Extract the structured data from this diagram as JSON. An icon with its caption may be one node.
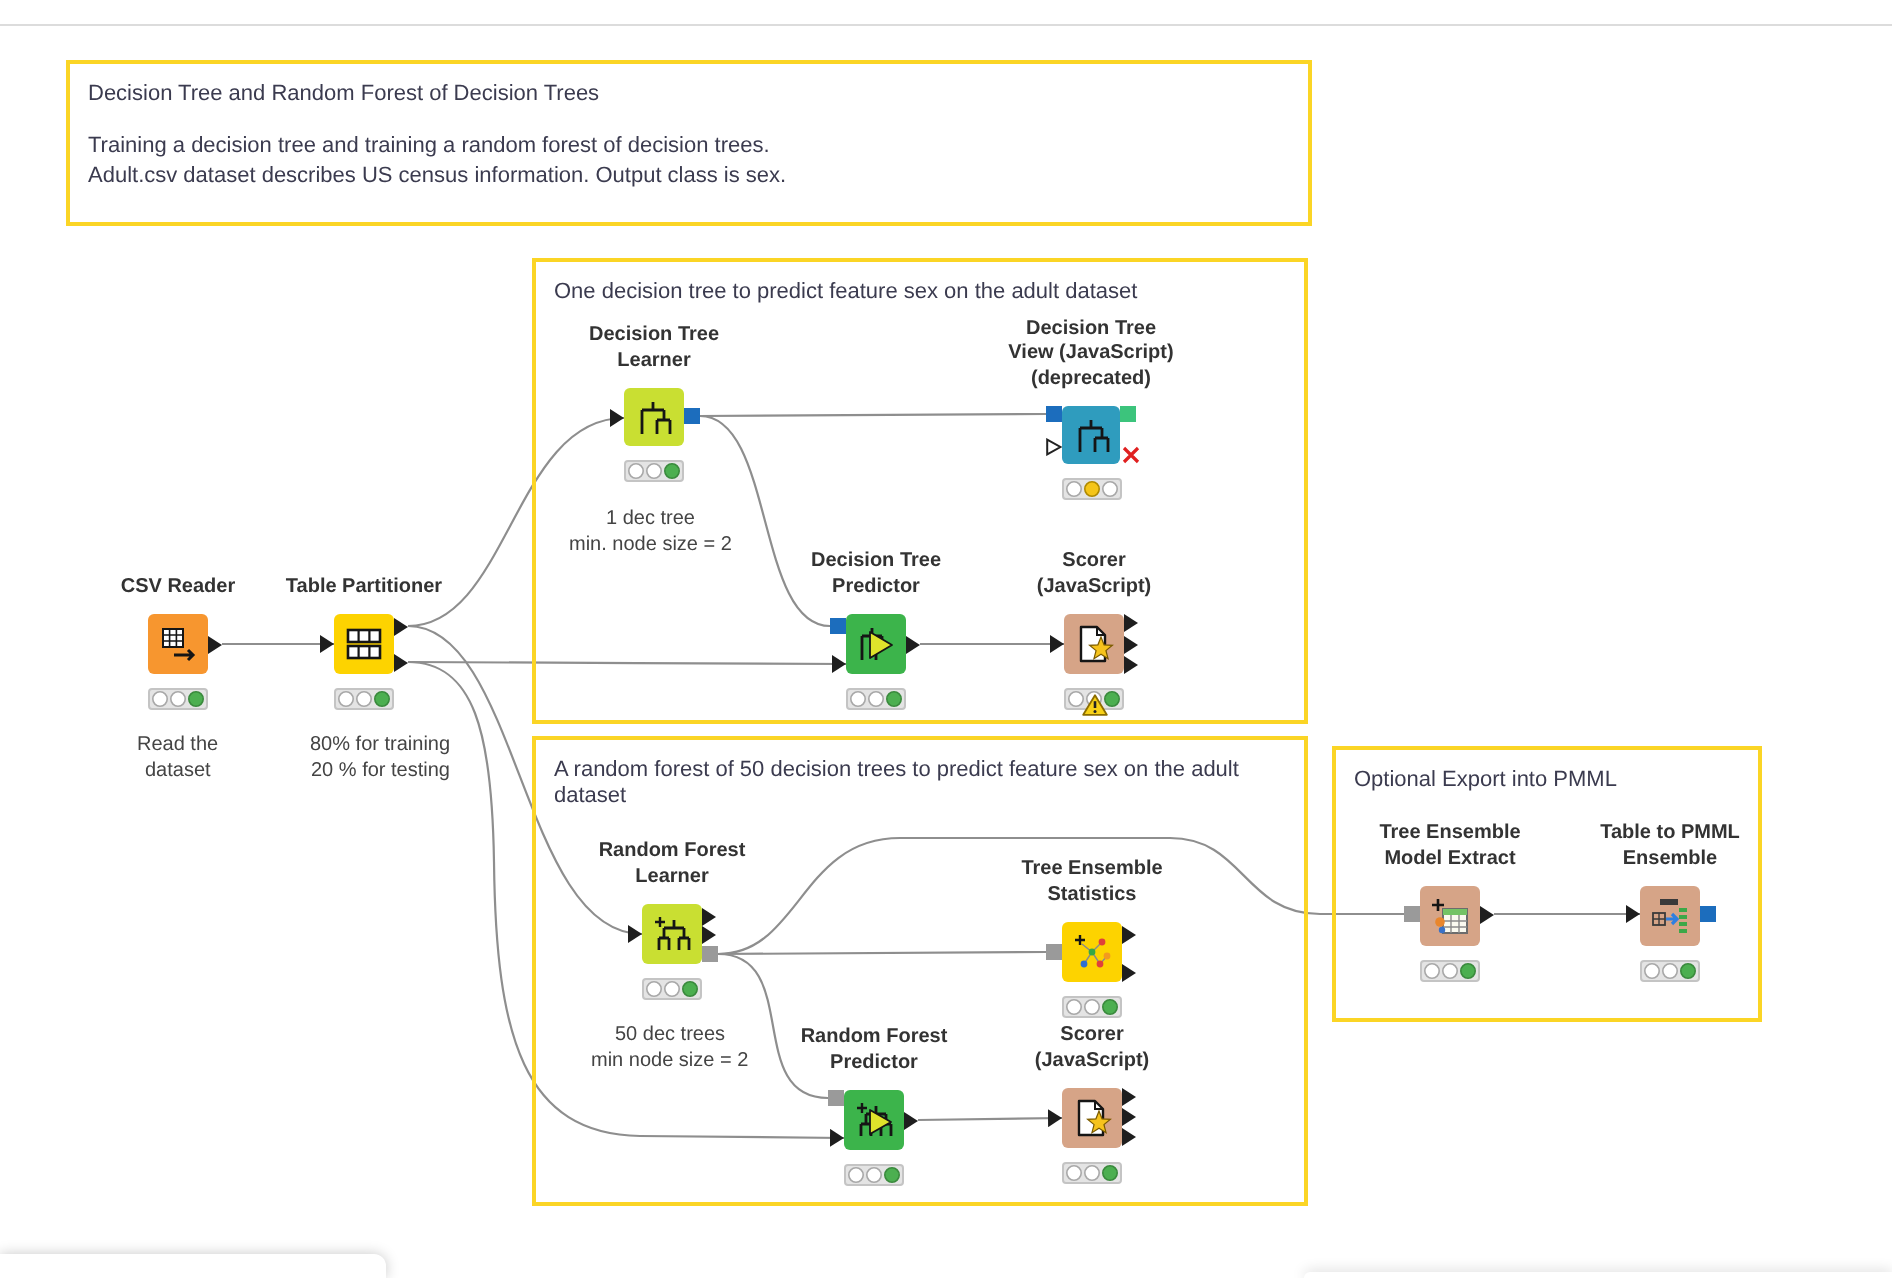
{
  "diagram": {
    "nodes": [
      {
        "text": [
          "Decision Tree and Random Forest of Decision Trees",
          "Training a decision tree and training a random forest of decision trees.",
          "Adult.csv dataset describes US census information. Output class is sex."
        ]
      },
      {
        "text": [
          "One decision tree to predict feature sex on the adult dataset"
        ]
      },
      {
        "text": [
          "A random forest of 50 decision trees to predict feature sex on the adult dataset"
        ]
      },
      {
        "text": [
          "Optional Export into PMML"
        ]
      },
      {
        "text": [
          "CSV Reader"
        ],
        "beside": [
          "Read the",
          "dataset"
        ]
      },
      {
        "text": [
          "Table Partitioner"
        ],
        "beside": [
          "80% for training",
          "20 % for testing"
        ]
      },
      {
        "text": [
          "Decision Tree Learner"
        ],
        "in": 1,
        "beside": [
          "1 dec tree",
          "min. node size = 2"
        ]
      },
      {
        "text": [
          "Decision Tree View (JavaScript) (deprecated)"
        ],
        "in": 1
      },
      {
        "text": [
          "Decision Tree Predictor"
        ],
        "in": 1
      },
      {
        "text": [
          "Scorer (JavaScript)"
        ],
        "in": 1
      },
      {
        "text": [
          "Random Forest Learner"
        ],
        "in": 2,
        "beside": [
          "50 dec trees",
          "min node size = 2"
        ]
      },
      {
        "text": [
          "Tree Ensemble Statistics"
        ],
        "in": 2
      },
      {
        "text": [
          "Random Forest Predictor"
        ],
        "in": 2
      },
      {
        "text": [
          "Scorer (JavaScript)"
        ],
        "in": 2
      },
      {
        "text": [
          "Tree Ensemble Model Extract"
        ],
        "in": 3
      },
      {
        "text": [
          "Table to PMML Ensemble"
        ],
        "in": 3
      }
    ],
    "edges": [
      {
        "from": 4,
        "to": 5,
        "arrow": "to"
      },
      {
        "from": 5,
        "to": 6,
        "arrow": "to"
      },
      {
        "from": 5,
        "to": 10,
        "arrow": "to"
      },
      {
        "from": 5,
        "to": 8,
        "arrow": "to"
      },
      {
        "from": 5,
        "to": 12,
        "arrow": "to"
      },
      {
        "from": 6,
        "to": 7,
        "arrow": "none"
      },
      {
        "from": 6,
        "to": 8,
        "arrow": "none"
      },
      {
        "from": 8,
        "to": 9,
        "arrow": "to"
      },
      {
        "from": 10,
        "to": 11,
        "arrow": "none"
      },
      {
        "from": 10,
        "to": 12,
        "arrow": "none"
      },
      {
        "from": 10,
        "to": 14,
        "arrow": "none"
      },
      {
        "from": 12,
        "to": 13,
        "arrow": "to"
      },
      {
        "from": 14,
        "to": 15,
        "arrow": "to"
      }
    ]
  }
}
